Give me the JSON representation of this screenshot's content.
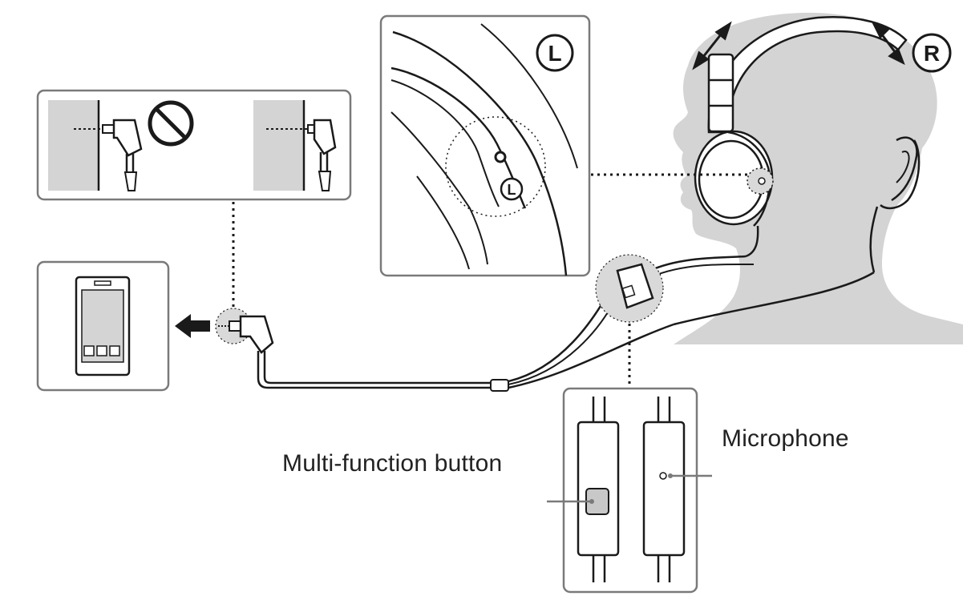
{
  "labels": {
    "multi_function_button": "Multi-function button",
    "microphone": "Microphone"
  },
  "side_marks": {
    "left": "L",
    "right": "R"
  },
  "icons": {
    "prohibited": "prohibited-icon",
    "connect_arrow": "arrow-left-icon",
    "smartphone": "smartphone-icon"
  },
  "colors": {
    "line": "#1a1a1a",
    "head_silhouette": "#d4d4d4",
    "panel_border": "#7a7a7a",
    "highlight_circle": "#d9d9d9",
    "button_fill": "#c8c8c8"
  }
}
